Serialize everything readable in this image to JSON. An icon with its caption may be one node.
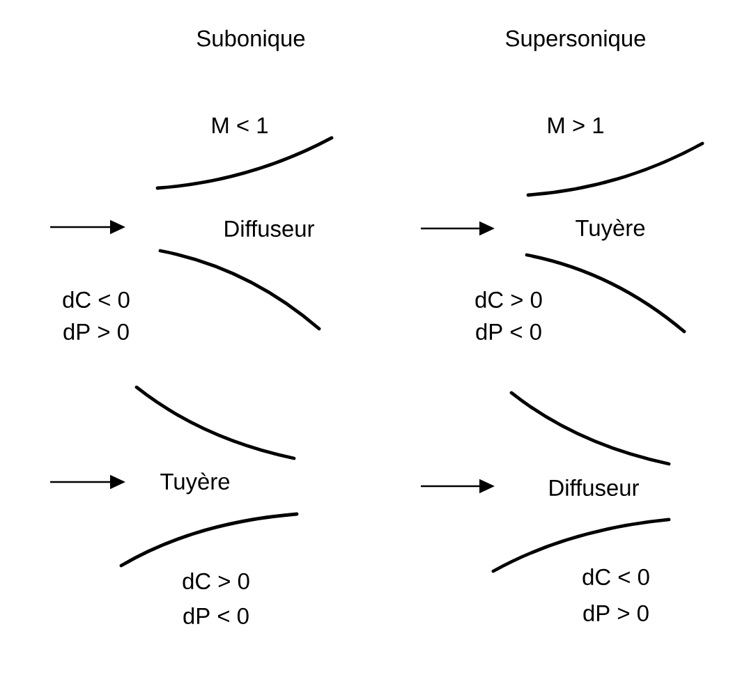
{
  "diagram": {
    "labels": [
      "Subonique",
      "Supersonique",
      "M < 1",
      "Diffuseur",
      "dC < 0",
      "dP > 0",
      "M > 1",
      "Tuyère",
      "dC > 0",
      "dP < 0",
      "Tuyère",
      "dC > 0",
      "dP < 0",
      "Diffuseur",
      "dC < 0",
      "dP > 0"
    ]
  }
}
